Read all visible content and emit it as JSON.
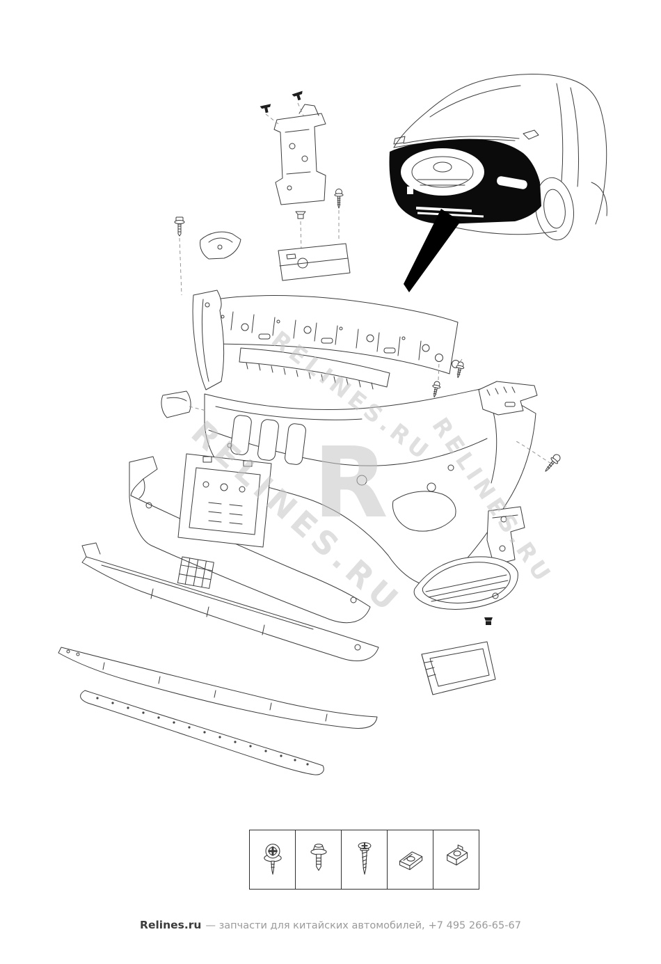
{
  "colors": {
    "line": "#3b3b3b",
    "watermark": "#c6c6c6",
    "arrow": "#000000",
    "vehicle_highlight": "#0b0b0b",
    "footer_brand": "#3c3c3c",
    "footer_text": "#9a9a9a"
  },
  "watermark": {
    "text": "RELINES.RU",
    "letter": "R"
  },
  "legend": {
    "items": [
      {
        "name": "phillips-flange-screw-icon"
      },
      {
        "name": "hex-flange-bolt-icon"
      },
      {
        "name": "self-tapping-screw-icon"
      },
      {
        "name": "u-clip-nut-icon"
      },
      {
        "name": "cage-clip-nut-icon"
      }
    ]
  },
  "footer": {
    "brand": "Relines.ru",
    "tagline": "— запчасти для китайских автомобилей,",
    "phone": "+7 495 266-65-67"
  }
}
